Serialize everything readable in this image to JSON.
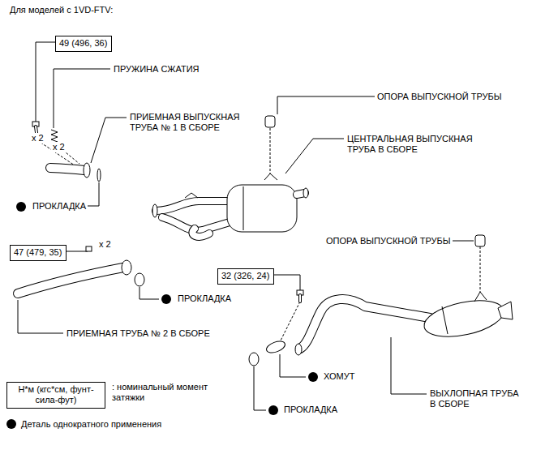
{
  "diagram": {
    "title": "Для моделей с 1VD-FTV:",
    "nodes": [
      {
        "text": [
          "49 (496, 36)"
        ]
      },
      {
        "text": [
          "47 (479, 35)"
        ]
      },
      {
        "text": [
          "32 (326, 24)"
        ]
      },
      {
        "text": [
          "Н*м (кгс*см, фунт-сила-фут)"
        ]
      }
    ],
    "labels": [
      "ПРУЖИНА СЖАТИЯ",
      "ПРИЕМНАЯ ВЫПУСКНАЯ ТРУБА № 1 В СБОРЕ",
      "x 2",
      "x 2",
      "ПРОКЛАДКА",
      "ОПОРА ВЫПУСКНОЙ ТРУБЫ",
      "ЦЕНТРАЛЬНАЯ ВЫПУСКНАЯ ТРУБА В СБОРЕ",
      "x 2",
      "ПРОКЛАДКА",
      "ОПОРА ВЫПУСКНОЙ ТРУБЫ",
      "ПРИЕМНАЯ ТРУБА № 2 В СБОРЕ",
      "ХОМУТ",
      "ВЫХЛОПНАЯ ТРУБА В СБОРЕ",
      "ПРОКЛАДКА"
    ],
    "legend": [
      {
        "text": ": номинальный момент затяжки"
      },
      {
        "text": "Деталь однократного применения"
      }
    ]
  }
}
